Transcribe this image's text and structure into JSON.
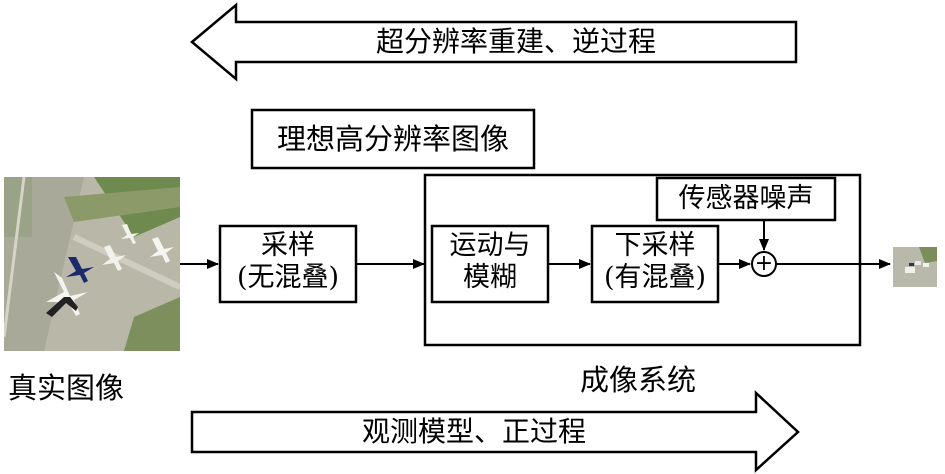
{
  "arrows": {
    "inverse": "超分辨率重建、逆过程",
    "forward": "观测模型、正过程"
  },
  "labels": {
    "ideal_hr": "理想高分辨率图像",
    "true_image": "真实图像",
    "imaging_system": "成像系统"
  },
  "blocks": {
    "sampling": [
      "采样",
      "(无混叠)"
    ],
    "motion_blur": [
      "运动与",
      "模糊"
    ],
    "downsample": [
      "下采样",
      "(有混叠)"
    ],
    "noise": "传感器噪声"
  },
  "symbols": {
    "adder": "+"
  }
}
